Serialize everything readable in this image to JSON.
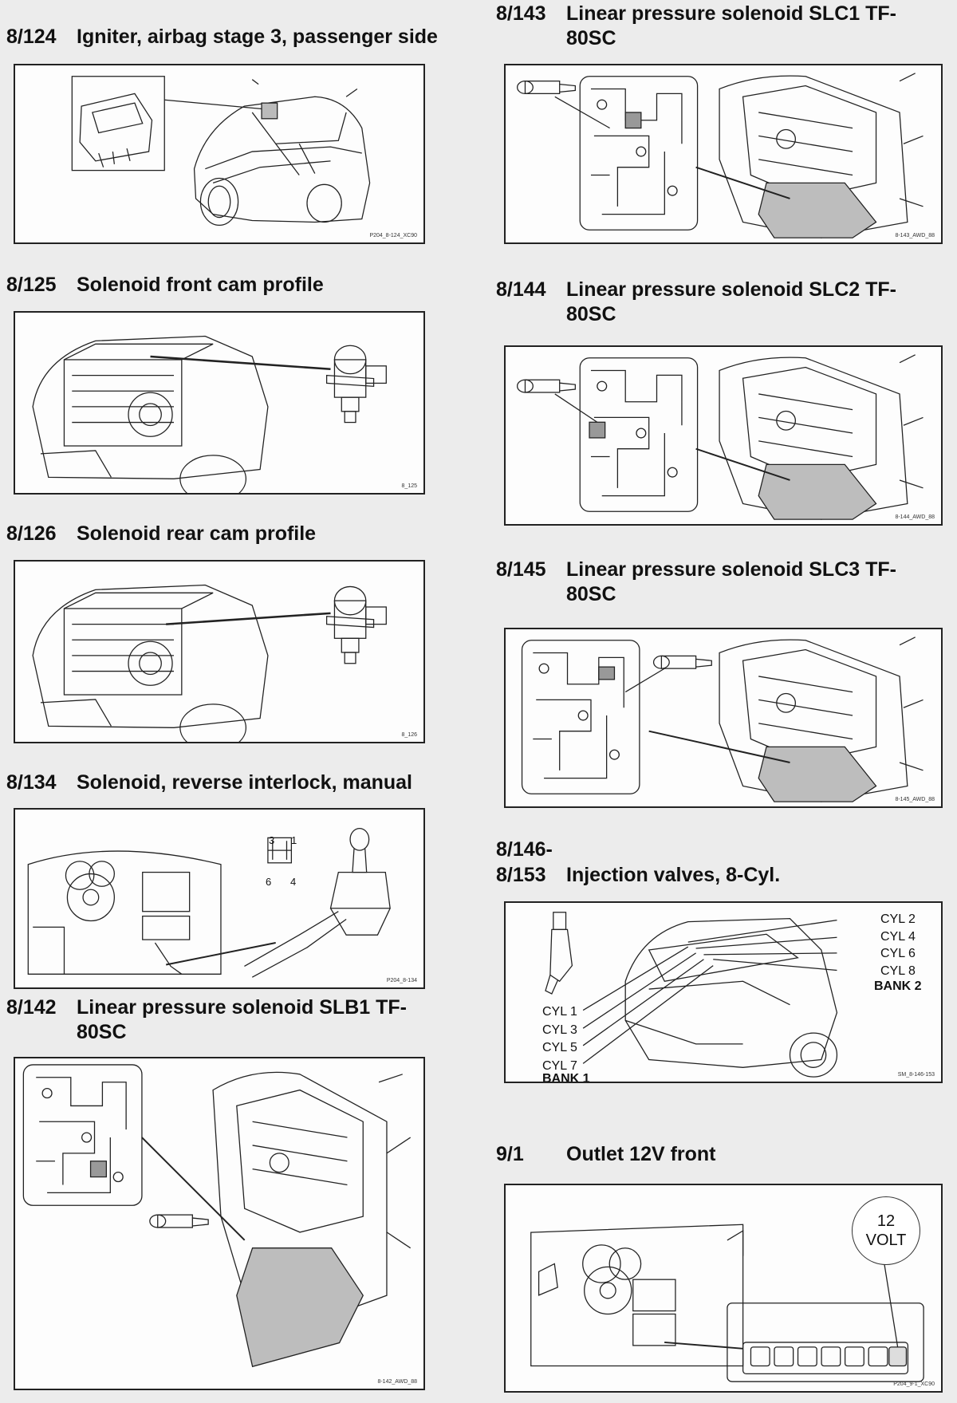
{
  "entries": {
    "e8_124": {
      "num": "8/124",
      "title": "Igniter, airbag stage 3, passenger side",
      "code": "P204_8-124_XC90"
    },
    "e8_125": {
      "num": "8/125",
      "title": "Solenoid front cam profile",
      "code": "8_125"
    },
    "e8_126": {
      "num": "8/126",
      "title": "Solenoid rear cam profile",
      "code": "8_126"
    },
    "e8_134": {
      "num": "8/134",
      "title": "Solenoid, reverse interlock, manual",
      "code": "P204_8-134",
      "pins": [
        "3",
        "1",
        "6",
        "4"
      ]
    },
    "e8_142": {
      "num": "8/142",
      "title": "Linear pressure solenoid SLB1 TF-80SC",
      "code": "8-142_AWD_88"
    },
    "e8_143": {
      "num": "8/143",
      "title": "Linear pressure solenoid SLC1 TF-80SC",
      "code": "8-143_AWD_88"
    },
    "e8_144": {
      "num": "8/144",
      "title": "Linear pressure solenoid SLC2 TF-80SC",
      "code": "8-144_AWD_88"
    },
    "e8_145": {
      "num": "8/145",
      "title": "Linear pressure solenoid SLC3 TF-80SC",
      "code": "8-145_AWD_88"
    },
    "e8_146": {
      "num_a": "8/146-",
      "num_b": "8/153",
      "title": "Injection valves, 8-Cyl.",
      "code": "SM_8-146-153",
      "cyl_right": [
        "CYL 2",
        "CYL 4",
        "CYL 6",
        "CYL 8"
      ],
      "bank_right": "BANK 2",
      "cyl_left": [
        "CYL 1",
        "CYL 3",
        "CYL 5",
        "CYL 7"
      ],
      "bank_left": "BANK 1"
    },
    "e9_1": {
      "num": "9/1",
      "title": "Outlet 12V front",
      "code": "P204_9-1_XC90",
      "volt_top": "12",
      "volt_bottom": "VOLT"
    }
  }
}
